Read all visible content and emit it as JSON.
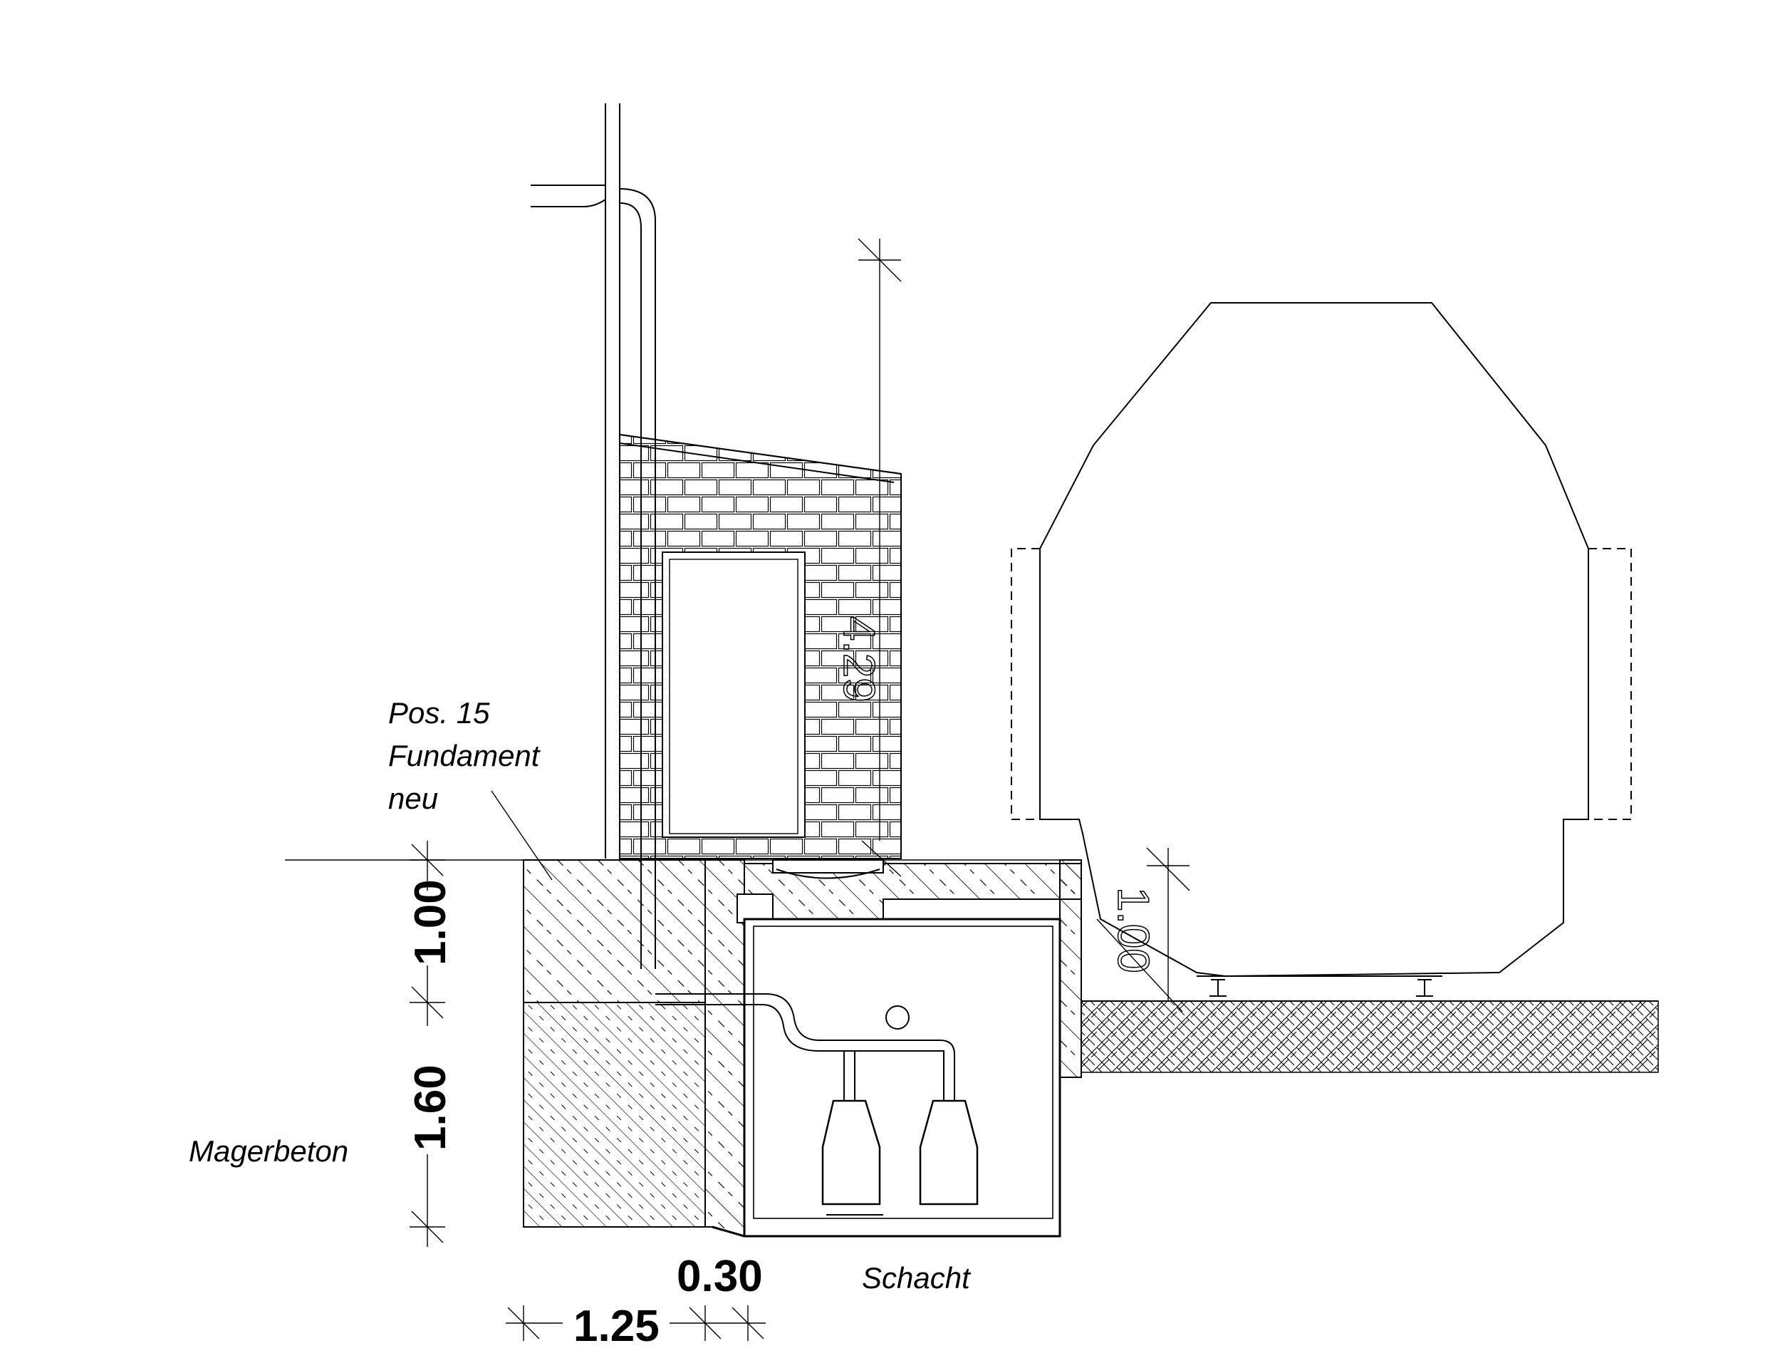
{
  "labels": {
    "position": "Pos. 15",
    "foundation": "Fundament",
    "new": "neu",
    "lean_concrete": "Magerbeton",
    "shaft": "Schacht"
  },
  "dimensions": {
    "depth_upper": "1.00",
    "depth_lower": "1.60",
    "width_foundation": "1.25",
    "width_wall": "0.30",
    "wall_height": "4.29",
    "platform_height": "1.00"
  }
}
